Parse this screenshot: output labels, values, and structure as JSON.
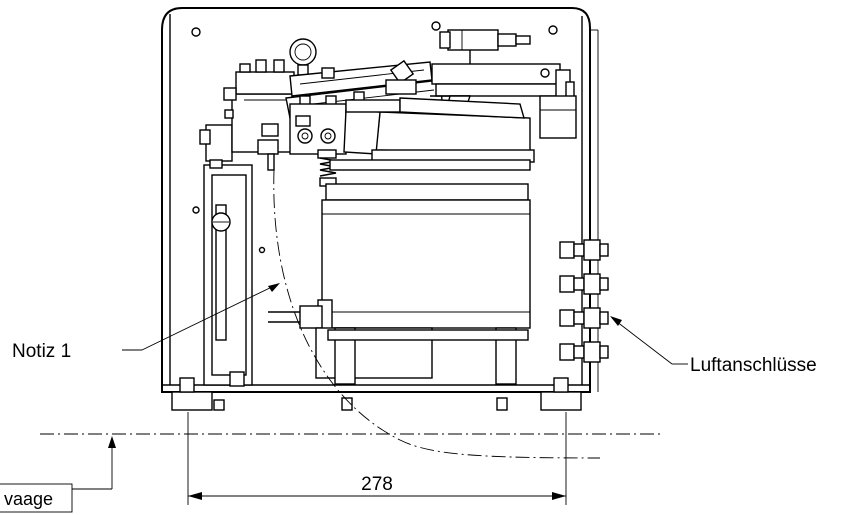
{
  "labels": {
    "note": "Notiz 1",
    "air": "Luftanschlüsse",
    "dimension": "278",
    "level": "vaage"
  }
}
